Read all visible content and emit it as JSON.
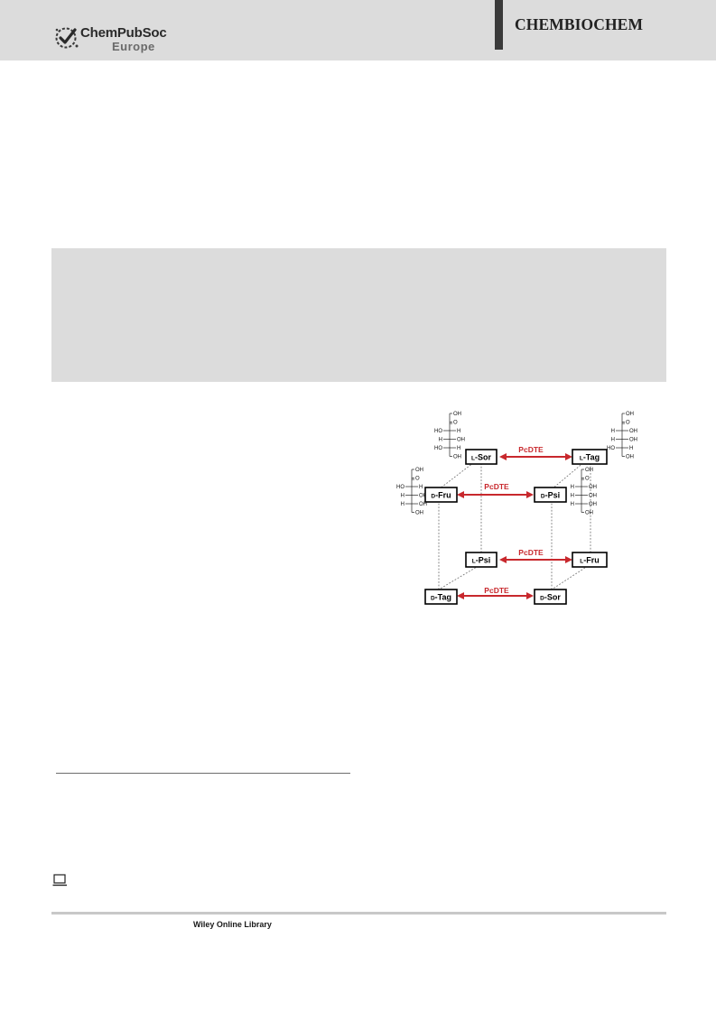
{
  "header": {
    "society_name": "ChemPubSoc",
    "society_sub": "Europe",
    "journal_name": "CHEMBIOCHEM"
  },
  "figure": {
    "enzyme": "PcDTE",
    "sugars": {
      "l_sor": {
        "prefix": "L",
        "name": "-Sor"
      },
      "l_tag": {
        "prefix": "L",
        "name": "-Tag"
      },
      "d_fru": {
        "prefix": "D",
        "name": "-Fru"
      },
      "d_psi": {
        "prefix": "D",
        "name": "-Psi"
      },
      "l_psi": {
        "prefix": "L",
        "name": "-Psi"
      },
      "l_fru": {
        "prefix": "L",
        "name": "-Fru"
      },
      "d_tag": {
        "prefix": "D",
        "name": "-Tag"
      },
      "d_sor": {
        "prefix": "D",
        "name": "-Sor"
      }
    },
    "structures": {
      "l_sor": [
        [
          "",
          "OH"
        ],
        [
          "",
          "O"
        ],
        [
          "HO",
          "H"
        ],
        [
          "H",
          "OH"
        ],
        [
          "HO",
          "H"
        ],
        [
          "",
          "OH"
        ]
      ],
      "l_tag": [
        [
          "",
          "OH"
        ],
        [
          "",
          "O"
        ],
        [
          "H",
          "OH"
        ],
        [
          "H",
          "OH"
        ],
        [
          "HO",
          "H"
        ],
        [
          "",
          "OH"
        ]
      ],
      "d_fru": [
        [
          "",
          "OH"
        ],
        [
          "",
          "O"
        ],
        [
          "HO",
          "H"
        ],
        [
          "H",
          "OH"
        ],
        [
          "H",
          "OH"
        ],
        [
          "",
          "OH"
        ]
      ],
      "d_psi": [
        [
          "",
          "OH"
        ],
        [
          "",
          "O"
        ],
        [
          "H",
          "OH"
        ],
        [
          "H",
          "OH"
        ],
        [
          "H",
          "OH"
        ],
        [
          "",
          "OH"
        ]
      ]
    }
  },
  "footer": {
    "publisher": "Wiley Online Library"
  }
}
